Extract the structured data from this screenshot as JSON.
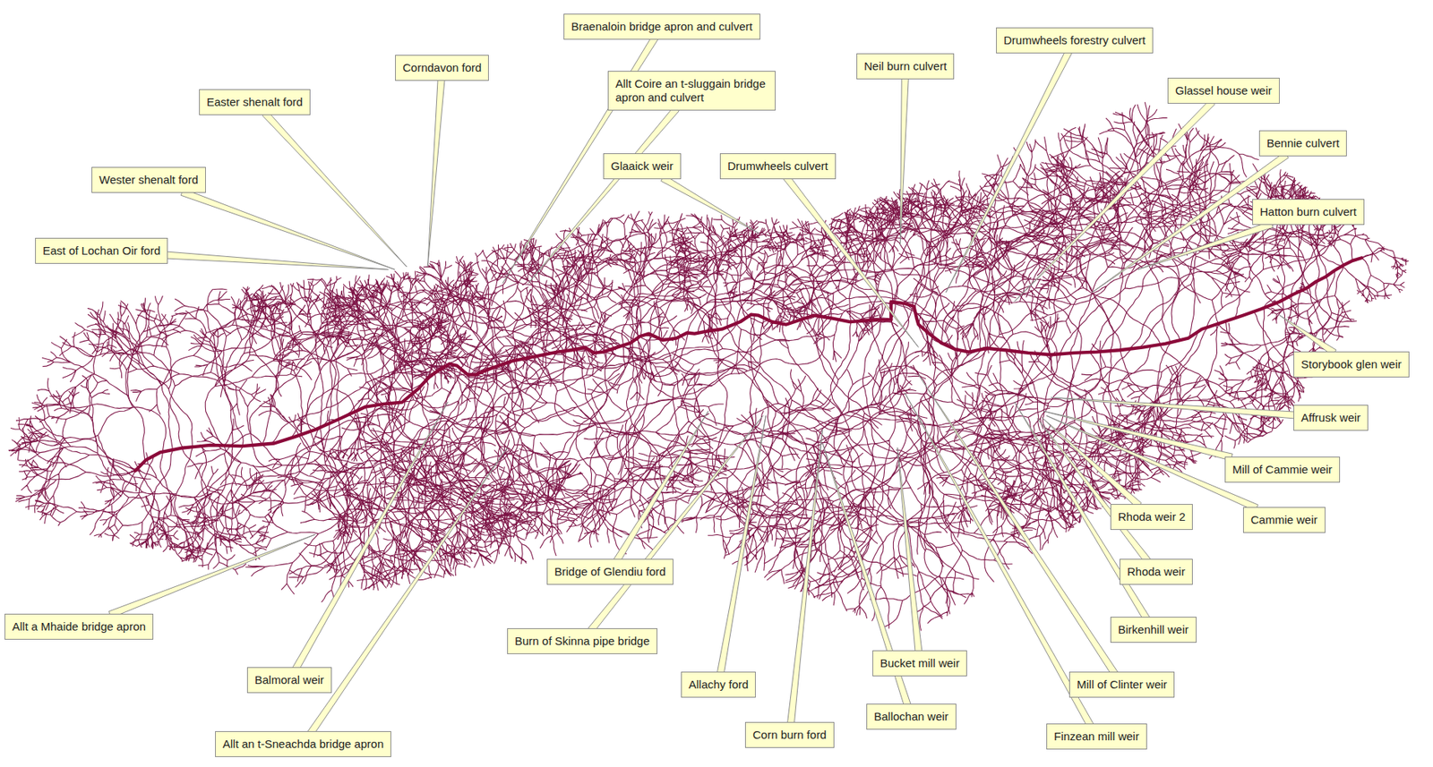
{
  "diagram": {
    "nodes": [
      {
        "text": [
          "Braenaloin bridge apron and culvert"
        ]
      },
      {
        "text": [
          "Drumwheels forestry culvert"
        ]
      },
      {
        "text": [
          "Corndavon ford"
        ]
      },
      {
        "text": [
          "Neil burn culvert"
        ]
      },
      {
        "text": [
          "Allt Coire an t-sluggain bridge apron and culvert"
        ]
      },
      {
        "text": [
          "Glassel house weir"
        ]
      },
      {
        "text": [
          "Easter shenalt ford"
        ]
      },
      {
        "text": [
          "Bennie culvert"
        ]
      },
      {
        "text": [
          "Glaaick weir"
        ]
      },
      {
        "text": [
          "Drumwheels culvert"
        ]
      },
      {
        "text": [
          "Wester shenalt ford"
        ]
      },
      {
        "text": [
          "Hatton burn culvert"
        ]
      },
      {
        "text": [
          "East of Lochan Oir ford"
        ]
      },
      {
        "text": [
          "Storybook glen weir"
        ]
      },
      {
        "text": [
          "Affrusk weir"
        ]
      },
      {
        "text": [
          "Mill of Cammie weir"
        ]
      },
      {
        "text": [
          "Cammie weir"
        ]
      },
      {
        "text": [
          "Rhoda weir 2"
        ]
      },
      {
        "text": [
          "Bridge of Glendiu ford"
        ]
      },
      {
        "text": [
          "Rhoda weir"
        ]
      },
      {
        "text": [
          "Allt a Mhaide bridge apron"
        ]
      },
      {
        "text": [
          "Birkenhill weir"
        ]
      },
      {
        "text": [
          "Burn of Skinna pipe bridge"
        ]
      },
      {
        "text": [
          "Bucket mill weir"
        ]
      },
      {
        "text": [
          "Balmoral weir"
        ]
      },
      {
        "text": [
          "Allachy ford"
        ]
      },
      {
        "text": [
          "Mill of Clinter weir"
        ]
      },
      {
        "text": [
          "Ballochan weir"
        ]
      },
      {
        "text": [
          "Corn burn ford"
        ]
      },
      {
        "text": [
          "Finzean mill weir"
        ]
      },
      {
        "text": [
          "Allt an t-Sneachda bridge apron"
        ]
      }
    ]
  }
}
